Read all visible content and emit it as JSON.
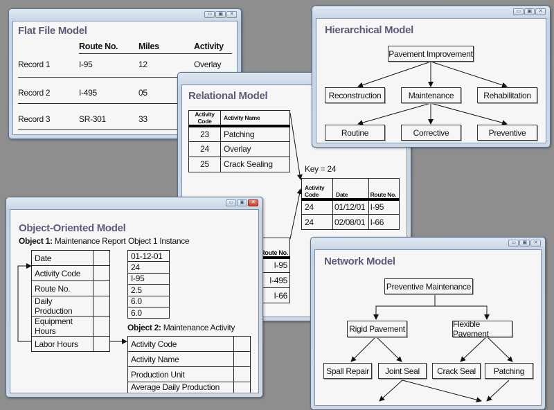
{
  "flat_file": {
    "title": "Flat File Model",
    "headers": [
      "Route No.",
      "Miles",
      "Activity"
    ],
    "rows": [
      {
        "label": "Record 1",
        "route": "I-95",
        "miles": "12",
        "activity": "Overlay"
      },
      {
        "label": "Record 2",
        "route": "I-495",
        "miles": "05"
      },
      {
        "label": "Record 3",
        "route": "SR-301",
        "miles": "33"
      }
    ]
  },
  "relational": {
    "title": "Relational Model",
    "table1": {
      "headers": [
        "Activity Code",
        "Activity Name"
      ],
      "rows": [
        [
          "23",
          "Patching"
        ],
        [
          "24",
          "Overlay"
        ],
        [
          "25",
          "Crack Sealing"
        ]
      ]
    },
    "key_label": "Key = 24",
    "table2": {
      "headers": [
        "Activity Code",
        "Date",
        "Route No."
      ],
      "rows": [
        [
          "24",
          "01/12/01",
          "I-95"
        ],
        [
          "24",
          "02/08/01",
          "I-66"
        ]
      ]
    },
    "table3": {
      "header": "Route No.",
      "rows": [
        "I-95",
        "I-495",
        "I-66"
      ]
    }
  },
  "hierarchical": {
    "title": "Hierarchical Model",
    "root": "Pavement Improvement",
    "level1": [
      "Reconstruction",
      "Maintenance",
      "Rehabilitation"
    ],
    "level2": [
      "Routine",
      "Corrective",
      "Preventive"
    ]
  },
  "object_oriented": {
    "title": "Object-Oriented Model",
    "object1_prefix": "Object 1:",
    "object1_name": "Maintenance Report",
    "object1_fields": [
      "Date",
      "Activity Code",
      "Route No.",
      "Daily Production",
      "Equipment Hours",
      "Labor Hours"
    ],
    "instance_label": "Object 1 Instance",
    "instance_values": [
      "01-12-01",
      "24",
      "I-95",
      "2.5",
      "6.0",
      "6.0"
    ],
    "object2_prefix": "Object 2:",
    "object2_name": "Maintenance Activity",
    "object2_fields": [
      "Activity Code",
      "Activity Name",
      "Production Unit",
      "Average Daily Production Rate"
    ]
  },
  "network": {
    "title": "Network Model",
    "root": "Preventive Maintenance",
    "level1": [
      "Rigid Pavement",
      "Flexible Pavement"
    ],
    "level2": [
      "Spall Repair",
      "Joint Seal",
      "Crack Seal",
      "Patching"
    ]
  },
  "window_controls": {
    "minimize": "▭",
    "maximize": "▣",
    "close": "✕"
  },
  "colors": {
    "background": "#8e8e8e",
    "title_text": "#5c5c78",
    "window_frame": "#c6d3e2",
    "close_active": "#c2412e"
  }
}
